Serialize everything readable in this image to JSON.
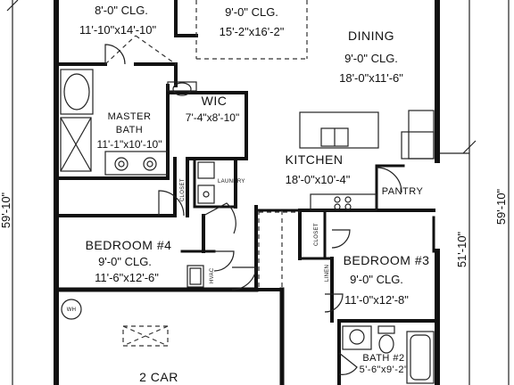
{
  "rooms": {
    "master_bedroom": {
      "ceiling": "8'-0\" CLG.",
      "size": "11'-10\"x14'-10\""
    },
    "great_room": {
      "ceiling": "9'-0\" CLG.",
      "size": "15'-2\"x16'-2\""
    },
    "dining": {
      "name": "DINING",
      "ceiling": "9'-0\" CLG.",
      "size": "18'-0\"x11'-6\""
    },
    "master_bath": {
      "name_line1": "MASTER",
      "name_line2": "BATH",
      "size": "11'-1\"x10'-10\""
    },
    "wic": {
      "name": "WIC",
      "size": "7'-4\"x8'-10\""
    },
    "kitchen": {
      "name": "KITCHEN",
      "size": "18'-0\"x10'-4\""
    },
    "pantry": {
      "name": "PANTRY"
    },
    "laundry": {
      "name": "LAUNDRY"
    },
    "closet": {
      "name": "CLOSET"
    },
    "linen": {
      "name": "LINEN"
    },
    "bedroom4": {
      "name": "BEDROOM #4",
      "ceiling": "9'-0\" CLG.",
      "size": "11'-6\"x12'-6\""
    },
    "bedroom3": {
      "name": "BEDROOM #3",
      "ceiling": "9'-0\" CLG.",
      "size": "11'-0\"x12'-8\""
    },
    "bath2": {
      "name": "BATH #2",
      "size": "5'-6\"x9'-2\""
    },
    "garage": {
      "name": "2 CAR"
    },
    "water_heater": {
      "name": "WH"
    },
    "hvac": {
      "name": "HVAC"
    }
  },
  "dimensions": {
    "left_overall": "59'-10\"",
    "right_overall": "59'-10\"",
    "right_inner": "51'-10\""
  }
}
